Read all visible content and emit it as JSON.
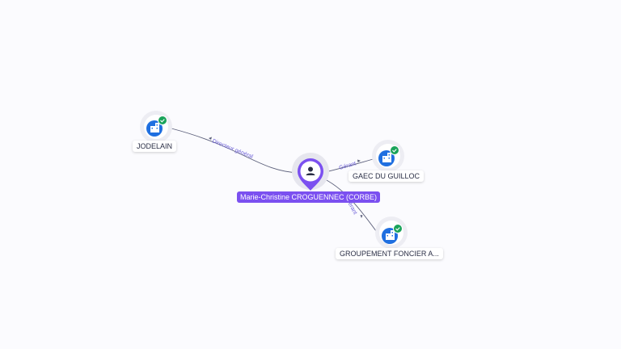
{
  "colors": {
    "accent": "#7b50f0",
    "company": "#1f6fe0",
    "check": "#1aa35a",
    "edge": "#5b5f7a"
  },
  "person": {
    "label": "Marie-Christine CROGUENNEC (CORBE)",
    "icon": "user-icon"
  },
  "companies": [
    {
      "label": "JODELAIN",
      "icon": "building-icon",
      "verified_icon": "check-icon"
    },
    {
      "label": "GAEC DU GUILLOC",
      "icon": "building-icon",
      "verified_icon": "check-icon"
    },
    {
      "label": "GROUPEMENT FONCIER A...",
      "icon": "building-icon",
      "verified_icon": "check-icon"
    }
  ],
  "edges": [
    {
      "label": "Directeur général",
      "to": "JODELAIN"
    },
    {
      "label": "Gérant",
      "to": "GAEC DU GUILLOC"
    },
    {
      "label": "Gérant",
      "to": "GROUPEMENT FONCIER A..."
    }
  ]
}
